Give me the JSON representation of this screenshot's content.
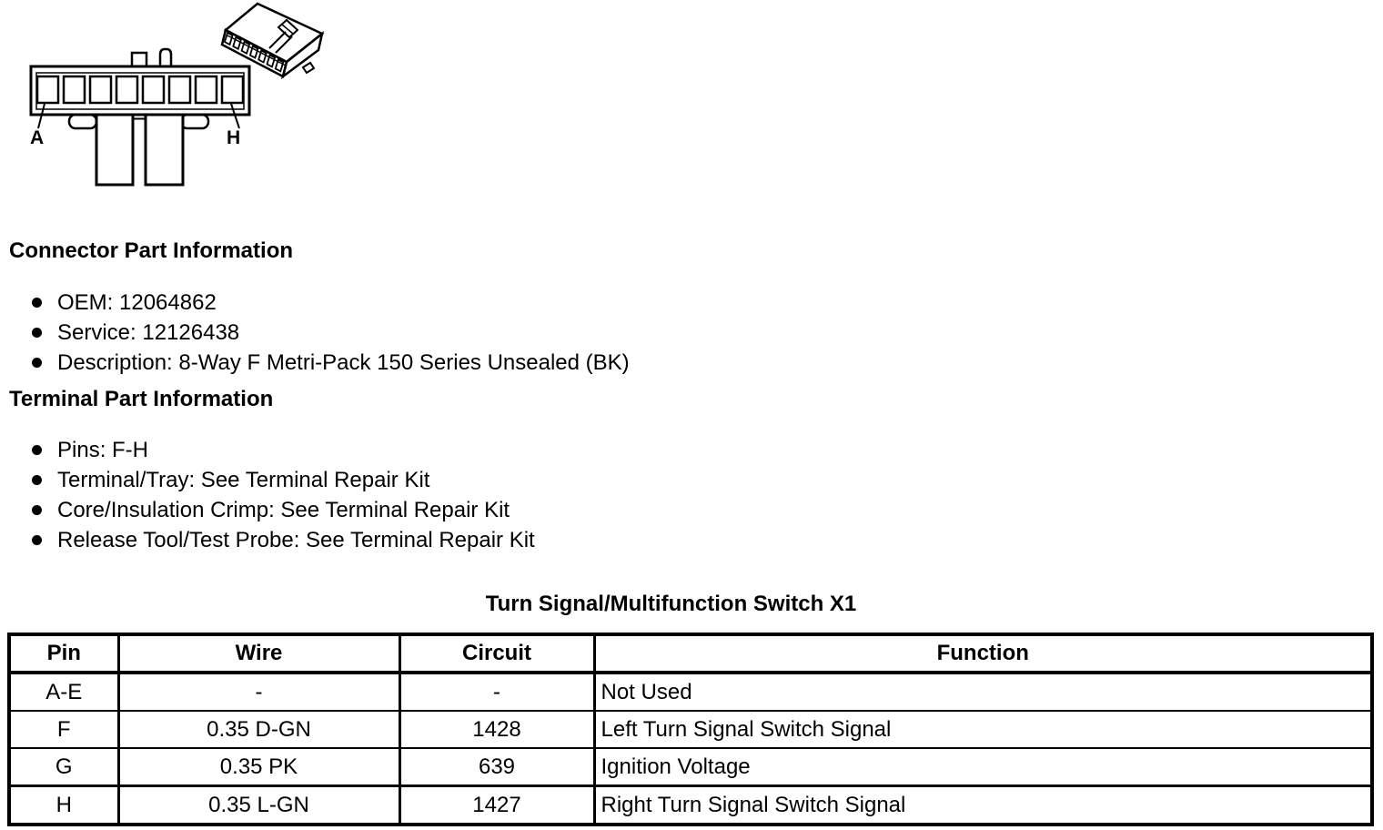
{
  "colors": {
    "ink": "#000000",
    "background": "#ffffff"
  },
  "diagram": {
    "first_pin_label": "A",
    "last_pin_label": "H"
  },
  "connector_section": {
    "heading": "Connector Part Information",
    "bullets": [
      "OEM: 12064862",
      "Service: 12126438",
      "Description: 8-Way F Metri-Pack 150 Series Unsealed (BK)"
    ]
  },
  "terminal_section": {
    "heading": "Terminal Part Information",
    "bullets": [
      "Pins: F-H",
      "Terminal/Tray: See Terminal Repair Kit",
      "Core/Insulation Crimp: See Terminal Repair Kit",
      "Release Tool/Test Probe: See Terminal Repair Kit"
    ]
  },
  "pinout_table": {
    "title": "Turn Signal/Multifunction Switch X1",
    "columns": [
      "Pin",
      "Wire",
      "Circuit",
      "Function"
    ],
    "rows": [
      {
        "pin": "A-E",
        "wire": "-",
        "circuit": "-",
        "function": "Not Used"
      },
      {
        "pin": "F",
        "wire": "0.35 D-GN",
        "circuit": "1428",
        "function": "Left Turn Signal Switch Signal"
      },
      {
        "pin": "G",
        "wire": "0.35 PK",
        "circuit": "639",
        "function": "Ignition Voltage"
      },
      {
        "pin": "H",
        "wire": "0.35 L-GN",
        "circuit": "1427",
        "function": "Right Turn Signal Switch Signal"
      }
    ]
  }
}
